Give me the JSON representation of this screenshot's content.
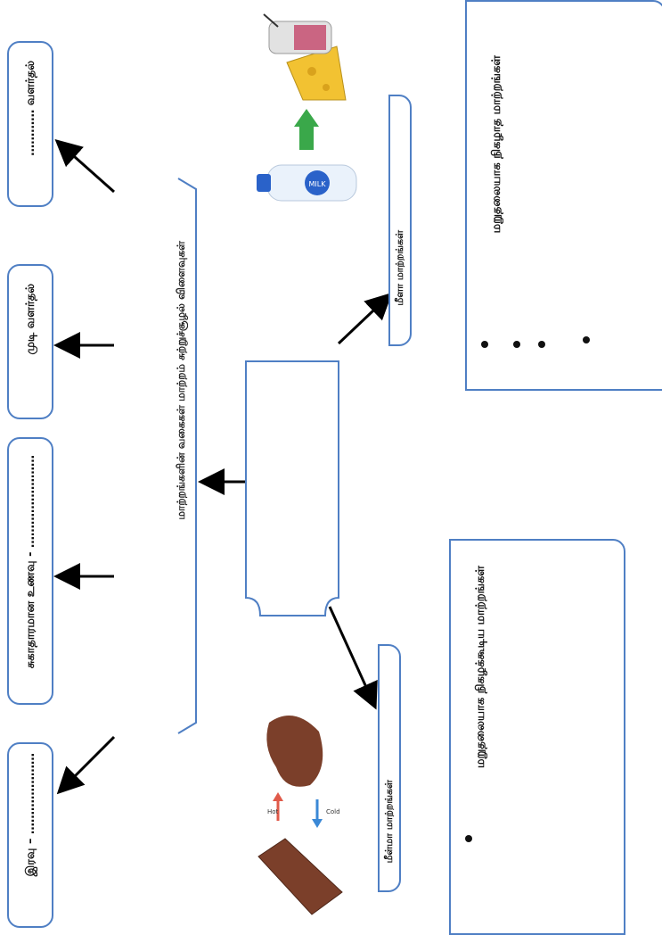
{
  "left_boxes": [
    {
      "text": "இரவு – …………………"
    },
    {
      "text": "சுகாதாரமான உணவு - ……………………"
    },
    {
      "text": "முடி வளர்தல்"
    },
    {
      "text": "………… வளர்தல்"
    }
  ],
  "center_text": "மாற்றங்களின் வகைகள் மாற்றம் சுற்றுச்சூழல் விளைவுகள்",
  "reversible": {
    "box_text": "மீள்மா மாற்றங்கள்",
    "heading": "மறுதலையாக நிகழக்கூடிய மாற்றங்கள்",
    "image_labels": {
      "hot": "Hot",
      "cold": "Cold"
    }
  },
  "irreversible": {
    "box_text": "மீளா மாற்றங்கள்",
    "heading": "மறுதலையாக நிகழாத மாற்றங்கள்",
    "image_labels": {
      "bottle": "MILK"
    }
  },
  "colors": {
    "box_border": "#4f7fc4",
    "arrow": "#000000",
    "chocolate": "#7b3f2a",
    "cheese": "#f2c232",
    "up_arrow": "#3aa84a"
  }
}
